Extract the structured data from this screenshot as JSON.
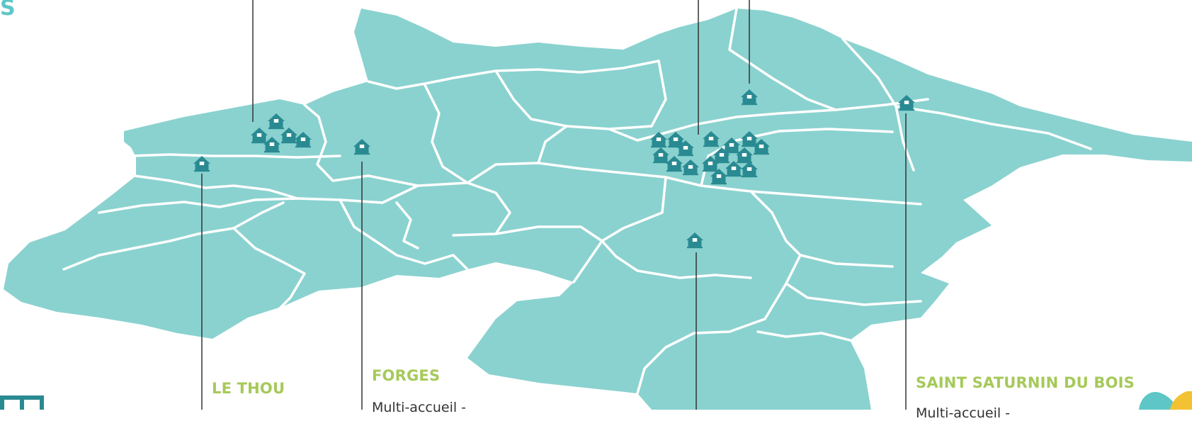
{
  "header_fragment": "S",
  "colors": {
    "land": "#8ad2cf",
    "borders": "#ffffff",
    "house_icon": "#2a8a92",
    "leader_line": "#333333",
    "label": "#a6c95a",
    "accent_yellow": "#f3c233"
  },
  "locations": [
    {
      "name": "LE THOU",
      "description": ""
    },
    {
      "name": "FORGES",
      "description": "Multi-accueil -"
    },
    {
      "name": "SAINT SATURNIN DU BOIS",
      "description": "Multi-accueil -"
    }
  ],
  "icons": [
    "house-icon"
  ]
}
